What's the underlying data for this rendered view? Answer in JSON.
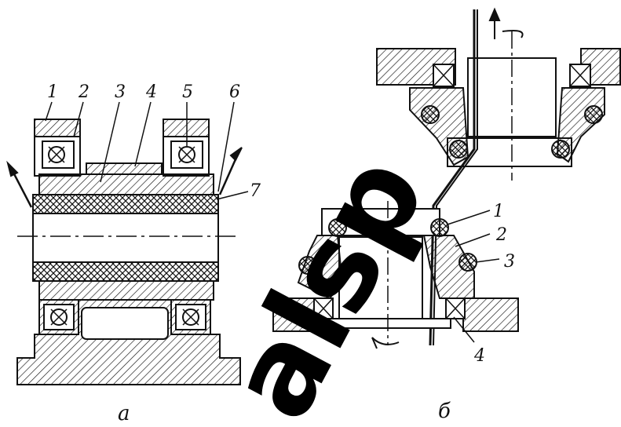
{
  "left_figure": {
    "labels": [
      "1",
      "2",
      "3",
      "4",
      "5",
      "6",
      "7"
    ],
    "caption": "а"
  },
  "right_figure": {
    "labels": [
      "1",
      "2",
      "3",
      "4"
    ],
    "caption": "б"
  },
  "watermark": "alsp",
  "colors": {
    "ink": "#111111",
    "background": "#ffffff",
    "watermark": "#000000"
  }
}
